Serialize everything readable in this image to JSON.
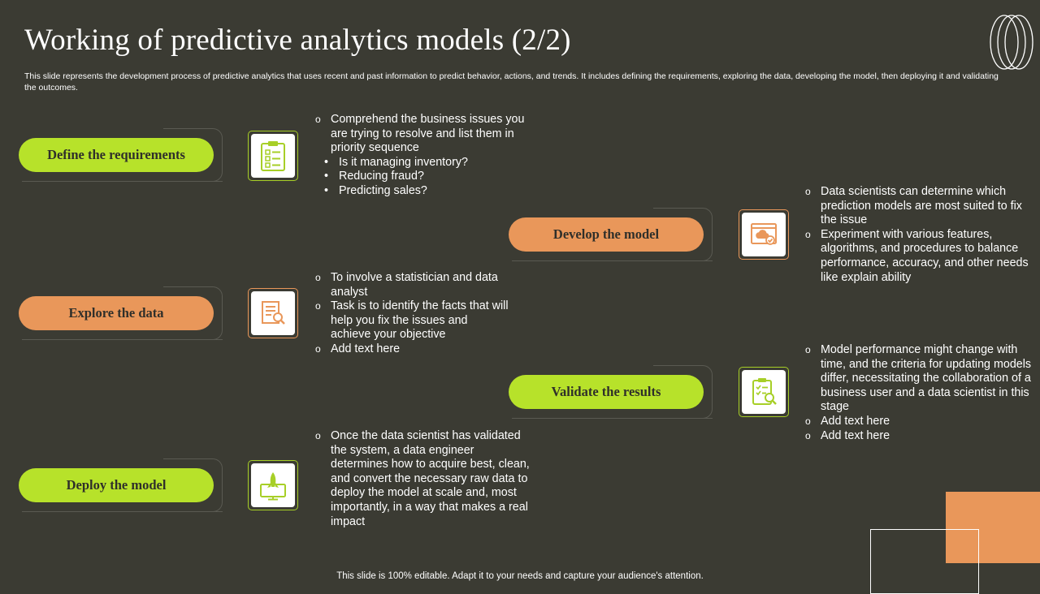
{
  "slide": {
    "title": "Working of predictive analytics models (2/2)",
    "subtitle": "This slide represents the development process of predictive analytics that uses recent and past information to predict behavior, actions, and trends. It includes defining the requirements, exploring the data, developing the model, then deploying it and validating the outcomes.",
    "footer": "This slide is 100% editable. Adapt it to your needs and capture your audience's attention."
  },
  "colors": {
    "background": "#3b3b33",
    "green": "#b7e22a",
    "orange": "#e9975a"
  },
  "steps": [
    {
      "label": "Define  the requirements",
      "color": "green",
      "icon": "clipboard-checklist-icon",
      "points": [
        "Comprehend the business issues you are trying to resolve and list them in priority sequence"
      ],
      "subpoints": [
        "Is it managing inventory?",
        "Reducing fraud?",
        "Predicting sales?"
      ]
    },
    {
      "label": "Explore the data",
      "color": "orange",
      "icon": "data-search-icon",
      "points": [
        "To involve  a statistician and data analyst",
        "Task is to identify the facts that will help you fix the issues and achieve your objective",
        "Add text here"
      ]
    },
    {
      "label": "Deploy the model",
      "color": "green",
      "icon": "rocket-monitor-icon",
      "points": [
        "Once the data scientist has validated the system, a data engineer determines how to acquire best, clean, and convert the necessary raw data to deploy the model at scale and, most importantly,  in a way that makes a real impact"
      ]
    },
    {
      "label": "Develop the model",
      "color": "orange",
      "icon": "cloud-browser-check-icon",
      "points": [
        "Data scientists can determine which prediction models are most suited to fix the issue",
        "Experiment with various features, algorithms, and procedures to balance performance, accuracy, and other needs like explain ability"
      ]
    },
    {
      "label": "Validate the results",
      "color": "green",
      "icon": "checklist-magnifier-icon",
      "points": [
        "Model performance might change with time, and the criteria for updating models differ, necessitating the collaboration  of a business user and a data scientist in this stage",
        "Add text here",
        "Add text here"
      ]
    }
  ]
}
